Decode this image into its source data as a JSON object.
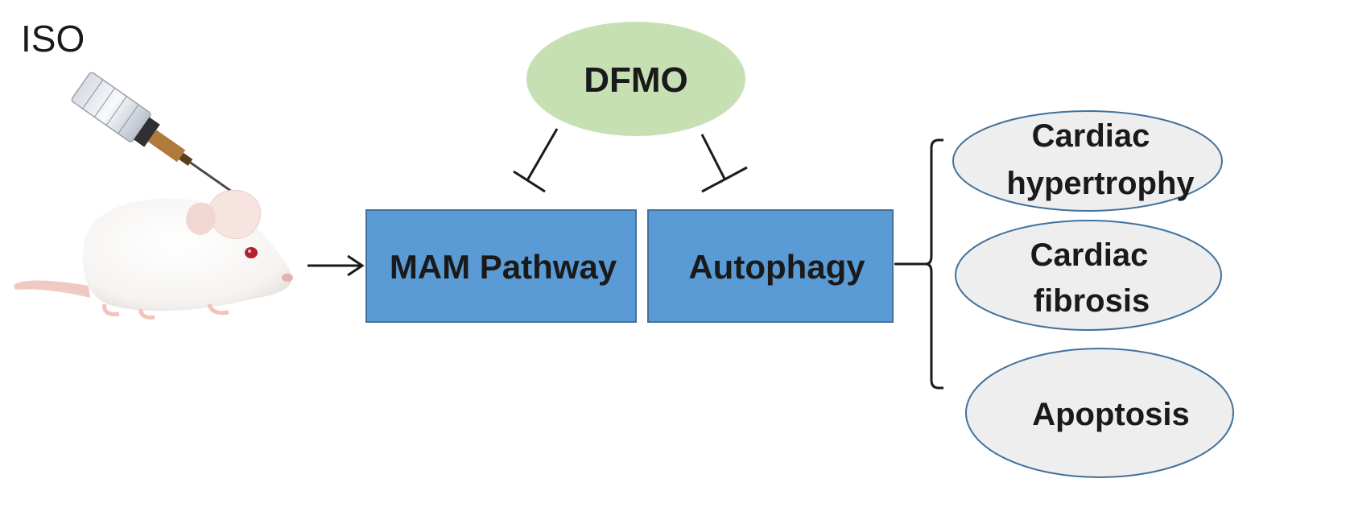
{
  "stimulus": {
    "label": "ISO"
  },
  "inhibitor": {
    "label": "DFMO",
    "fill": "#c6e0b4",
    "stroke": "#c6e0b4"
  },
  "pathway_boxes": [
    {
      "label": "MAM Pathway"
    },
    {
      "label": "Autophagy"
    }
  ],
  "box_style": {
    "fill": "#5b9bd5",
    "stroke": "#41719c"
  },
  "outcomes": [
    {
      "lines": [
        "Cardiac",
        "hypertrophy"
      ]
    },
    {
      "lines": [
        "Cardiac",
        "fibrosis"
      ]
    },
    {
      "lines": [
        "Apoptosis"
      ]
    }
  ],
  "outcome_style": {
    "fill": "#eeeeee",
    "stroke": "#41719c"
  }
}
